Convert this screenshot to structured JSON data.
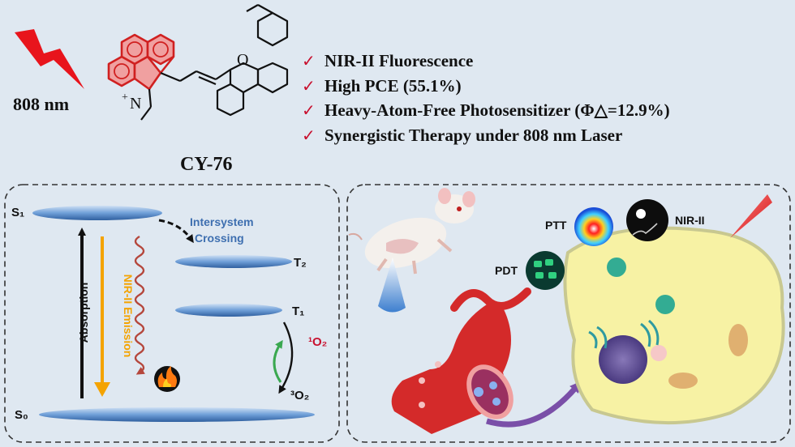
{
  "header": {
    "wavelength": "808 nm",
    "compound": "CY-76",
    "features": [
      "NIR-II Fluorescence",
      "High PCE (55.1%)",
      "Heavy-Atom-Free Photosensitizer (Φ△=12.9%)",
      "Synergistic Therapy under 808 nm Laser"
    ]
  },
  "jablonski": {
    "s1": "S₁",
    "s0": "S₀",
    "t1": "T₁",
    "t2": "T₂",
    "absorption": "Absorption",
    "emission": "NIR-II Emission",
    "isc_line1": "Intersystem",
    "isc_line2": "Crossing",
    "singlet_oxygen": "¹O₂",
    "triplet_oxygen": "³O₂"
  },
  "therapy": {
    "ptt": "PTT",
    "pdt": "PDT",
    "nir": "NIR-II"
  },
  "colors": {
    "background": "#dfe8f1",
    "bolt": "#e8141c",
    "check": "#c8102e",
    "ring_fill": "#f0a0a0",
    "ring_stroke": "#d02020",
    "level_fill": "#6f9fd8",
    "emission_arrow": "#f4a300",
    "wave": "#b5473c",
    "isc_text": "#3e6fb0",
    "oxygen_arrow": "#3aa850",
    "vessel": "#d42a2a",
    "cell": "#f7f2a4"
  }
}
